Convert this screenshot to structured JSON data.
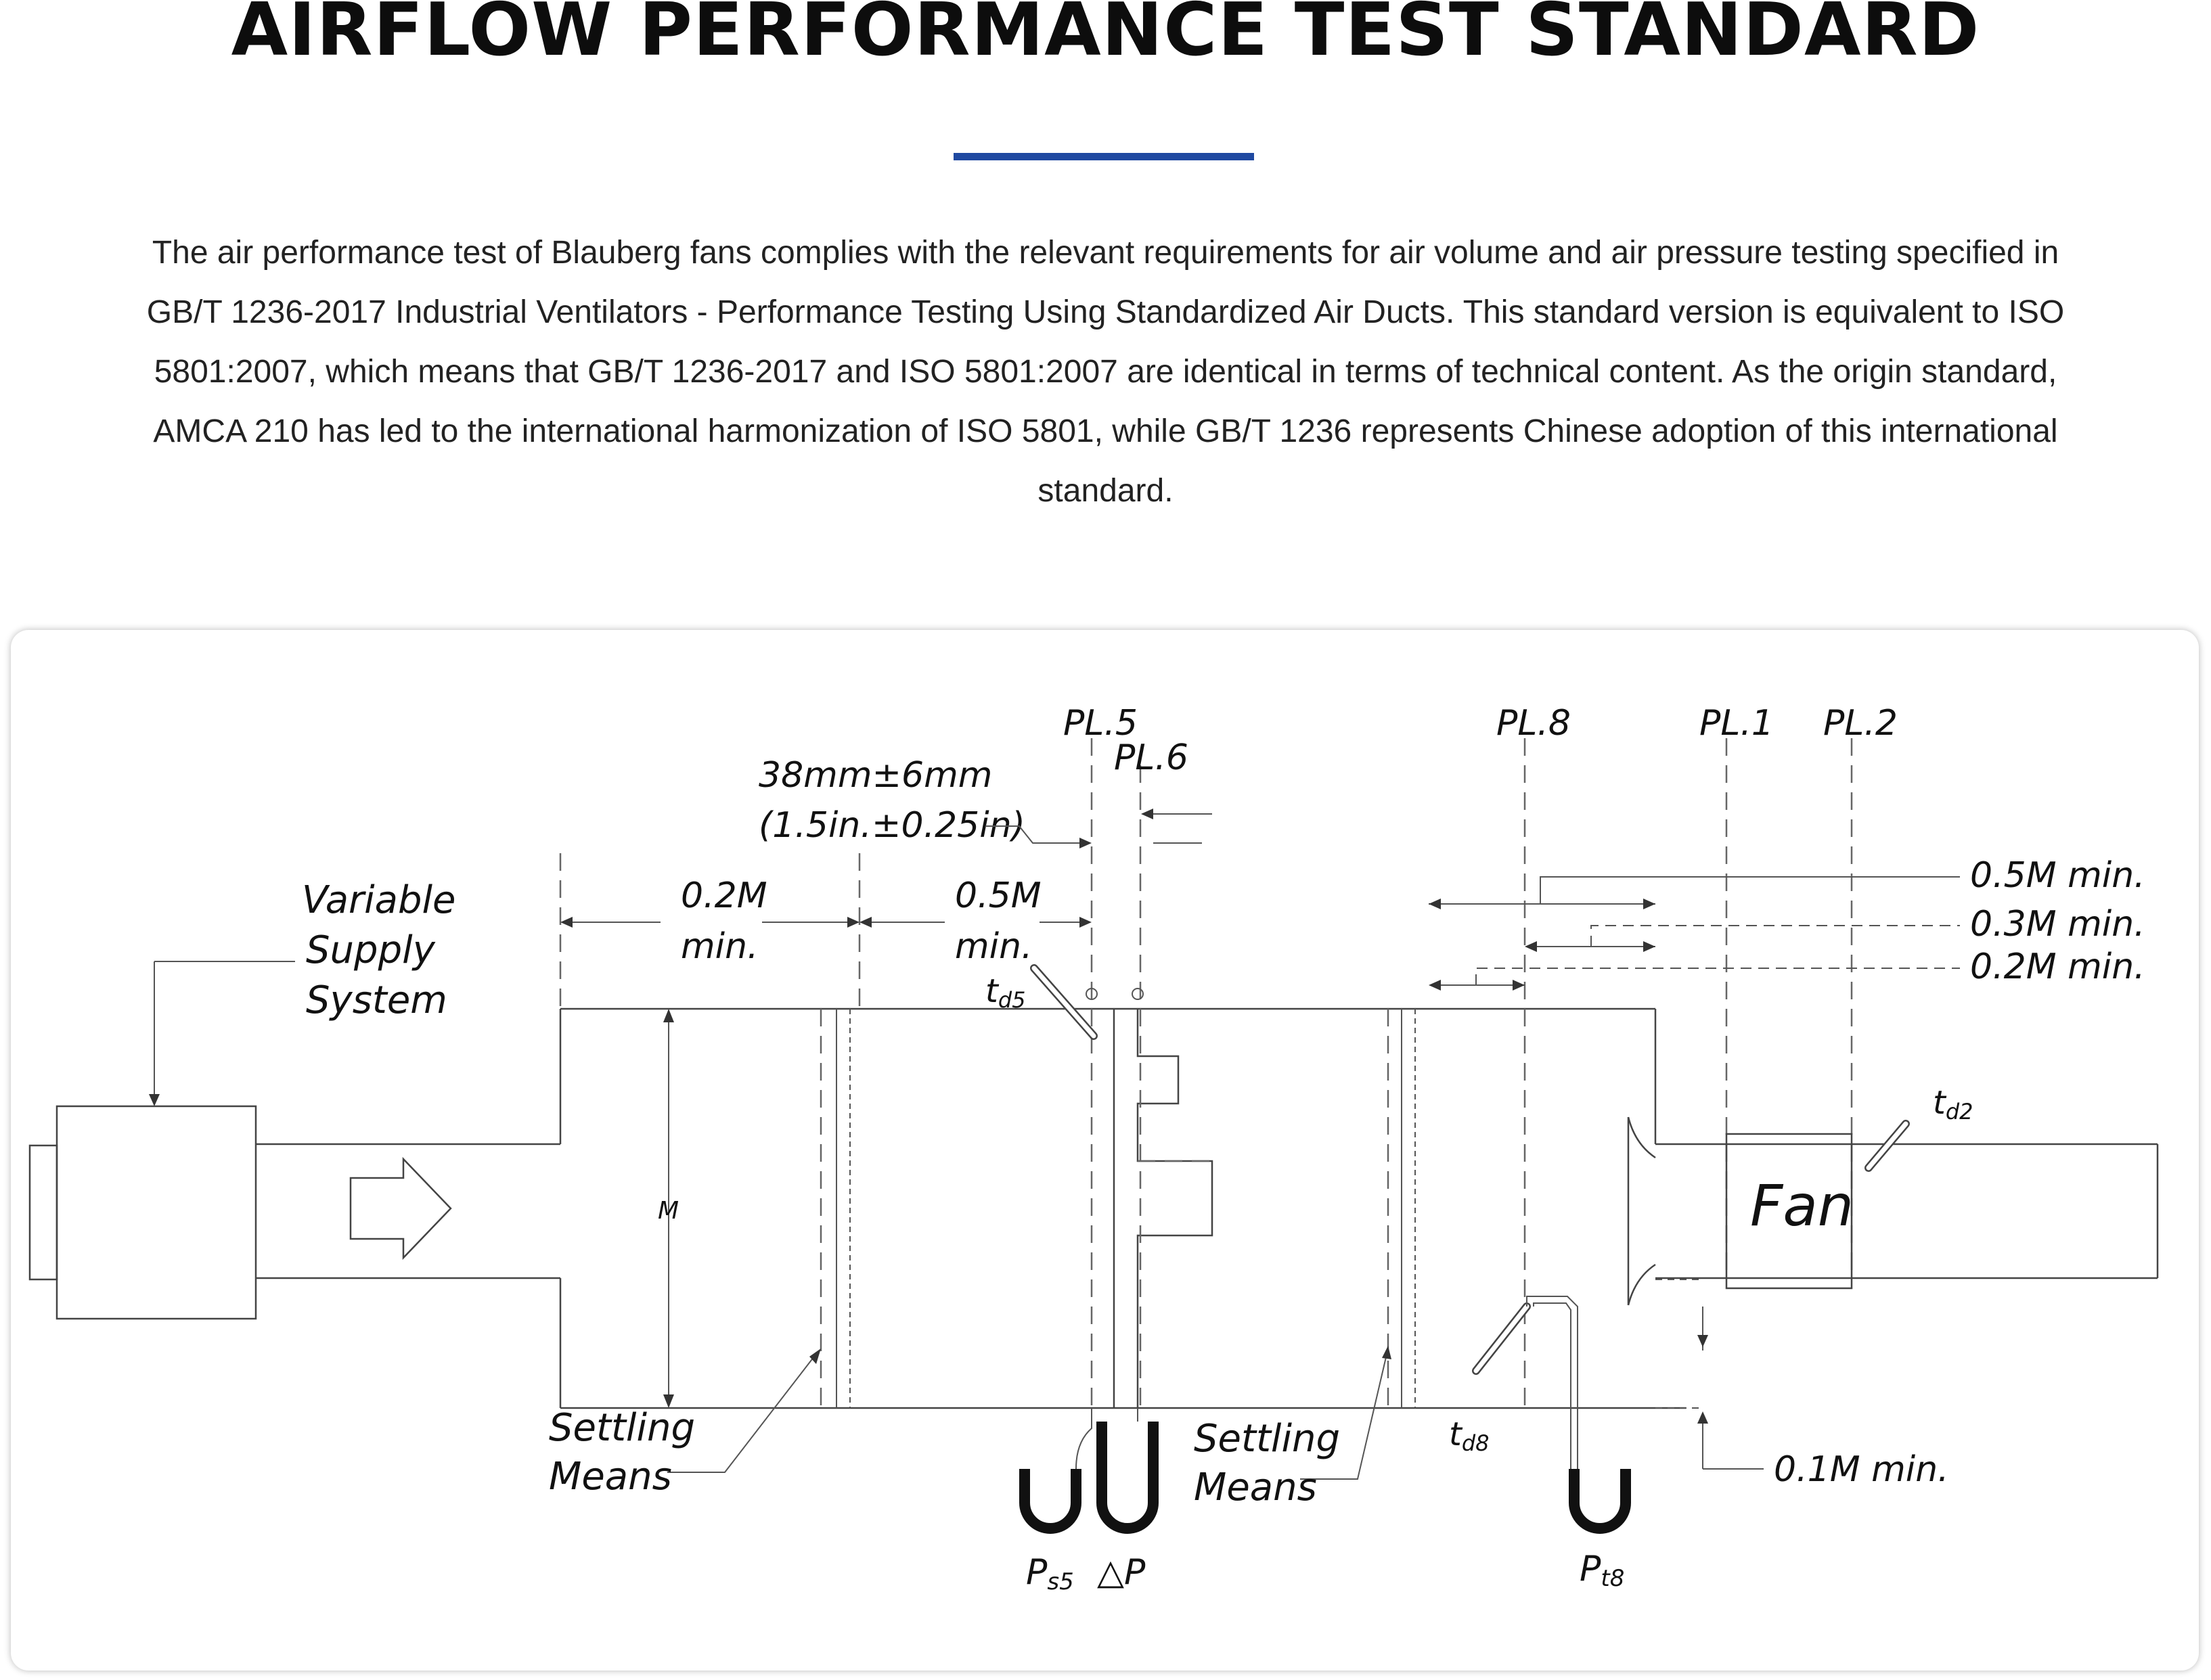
{
  "page": {
    "title": "AIRFLOW PERFORMANCE TEST STANDARD",
    "intro": "The air performance test of Blauberg fans complies with the relevant requirements for air volume and air pressure testing specified in GB/T 1236-2017 Industrial Ventilators - Performance Testing Using Standardized Air Ducts. This standard version is equivalent to ISO 5801:2007, which means that GB/T 1236-2017 and ISO 5801:2007 are identical in terms of technical content. As the origin standard, AMCA 210 has led to the international harmonization of ISO 5801, while GB/T 1236 represents Chinese adoption of this international standard.",
    "accent_color": "#1f49a1"
  },
  "diagram": {
    "variable_supply_line1": "Variable",
    "variable_supply_line2": "Supply",
    "variable_supply_line3": "System",
    "pl5": "PL.5",
    "pl6": "PL.6",
    "pl8": "PL.8",
    "pl1": "PL.1",
    "pl2": "PL.2",
    "gap_dim_line1": "38mm±6mm",
    "gap_dim_line2": "(1.5in.±0.25in)",
    "dim_02m": "0.2M",
    "dim_05m": "0.5M",
    "dim_min": "min.",
    "dim_05m_min": "0.5M min.",
    "dim_03m_min": "0.3M min.",
    "dim_02m_min": "0.2M min.",
    "dim_01m_min": "0.1M min.",
    "duct_m": "M",
    "settling_line1": "Settling",
    "settling_line2": "Means",
    "td5_t": "t",
    "td5_sub": "d5",
    "td8_t": "t",
    "td8_sub": "d8",
    "td2_t": "t",
    "td2_sub": "d2",
    "fan": "Fan",
    "ps5_p": "P",
    "ps5_sub": "s5",
    "delta_p": "△P",
    "pt8_p": "P",
    "pt8_sub": "t8"
  }
}
